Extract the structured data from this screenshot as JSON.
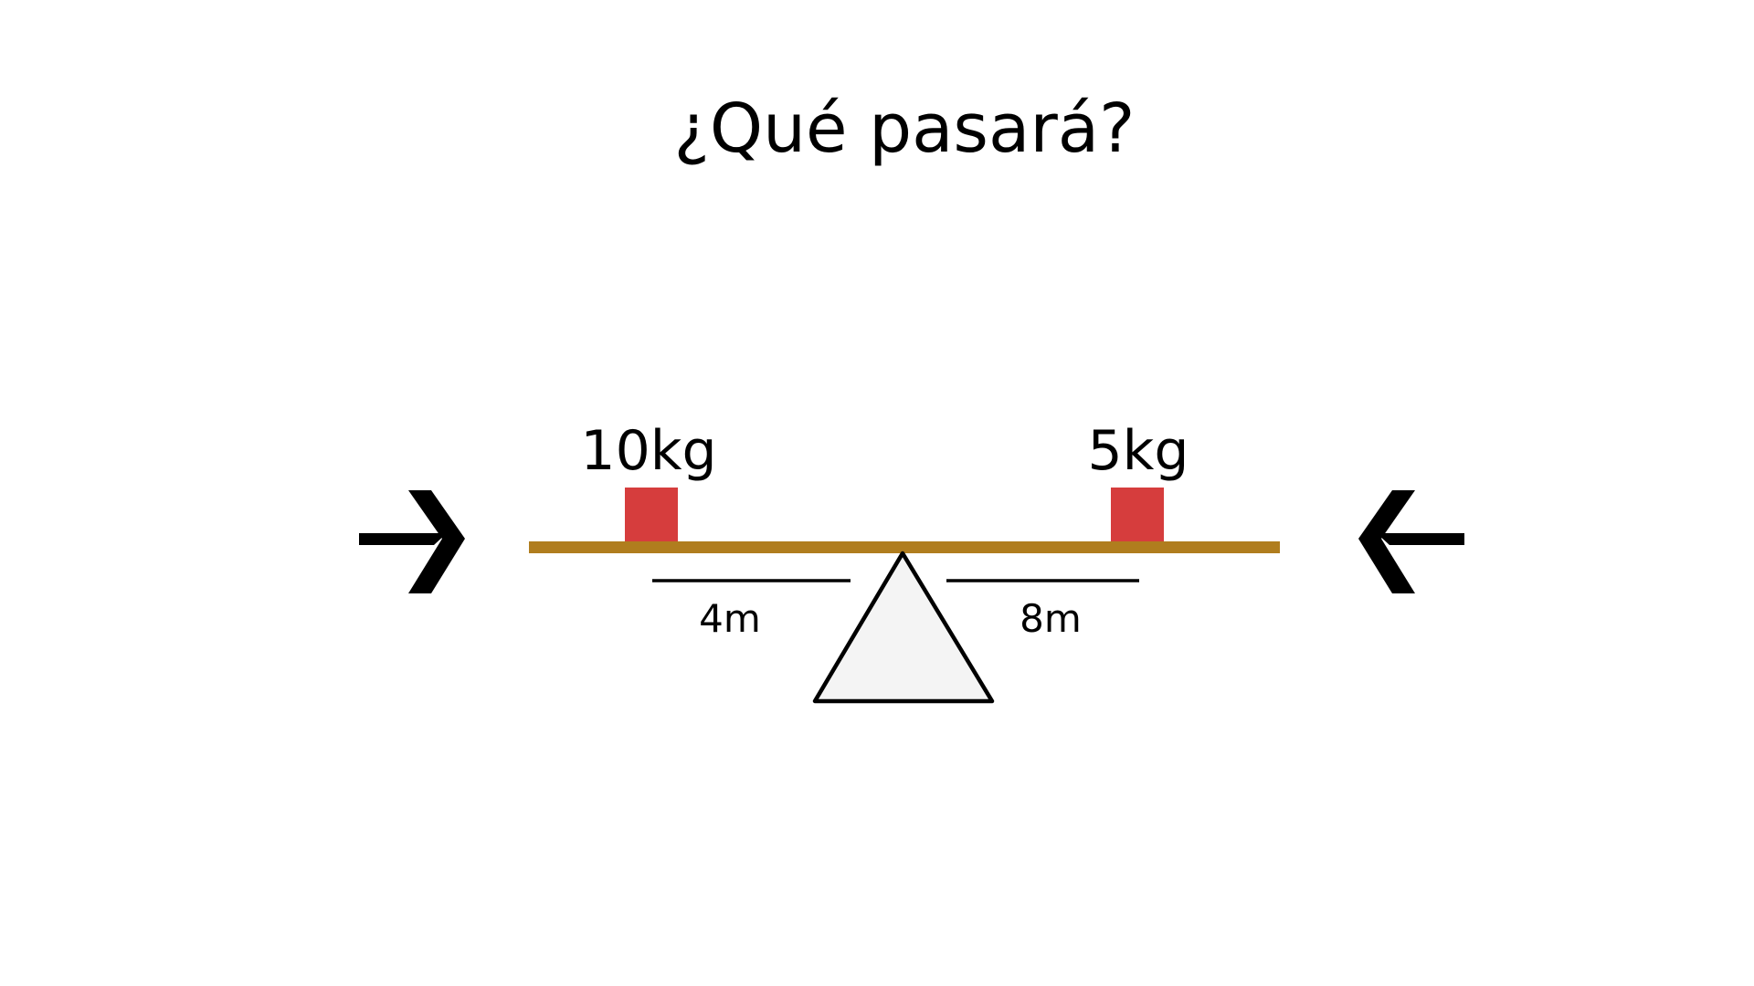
{
  "slide": {
    "title": "¿Qué pasará?"
  },
  "seesaw": {
    "left_mass_label": "10kg",
    "right_mass_label": "5kg",
    "left_distance_label": "4m",
    "right_distance_label": "8m",
    "colors": {
      "beam": "#B07D1E",
      "mass": "#D63D3D",
      "fulcrum_fill": "#F4F4F4",
      "line": "#000000"
    }
  },
  "arrows": {
    "left": "arrow-right-icon",
    "right": "arrow-left-icon"
  }
}
